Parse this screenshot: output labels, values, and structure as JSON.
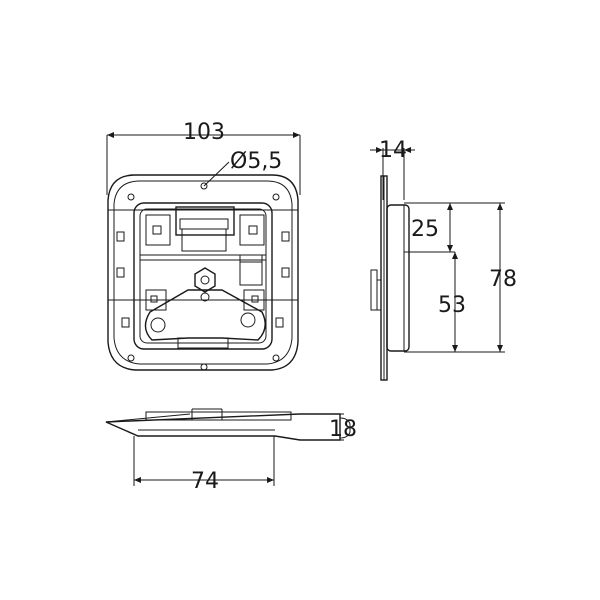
{
  "dimensions": {
    "width_overall": "103",
    "hole_diameter": "Ø5,5",
    "depth": "14",
    "offset": "25",
    "height_overall": "78",
    "inner_height": "53",
    "inner_width": "74",
    "thickness": "18"
  }
}
